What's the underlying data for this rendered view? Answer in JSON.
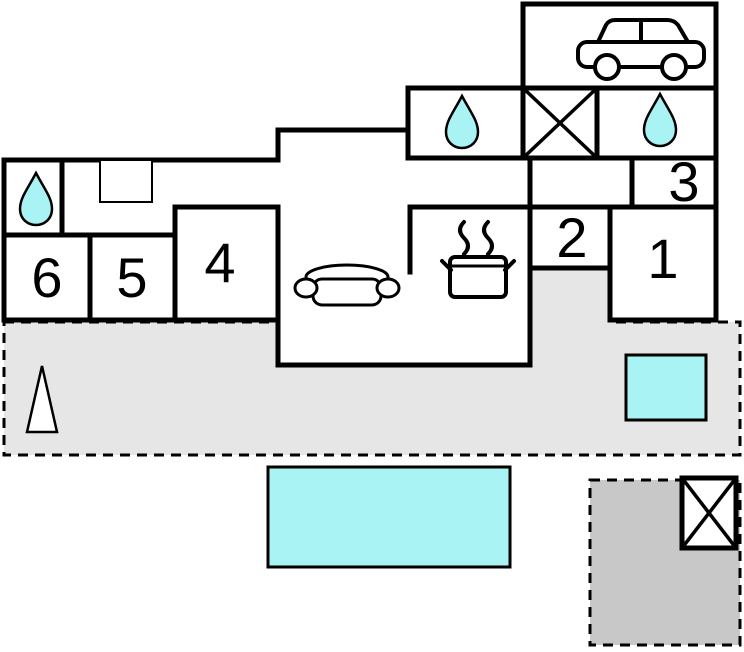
{
  "diagram": {
    "type": "floor-plan",
    "rooms": [
      {
        "label": "1"
      },
      {
        "label": "2"
      },
      {
        "label": "3"
      },
      {
        "label": "4"
      },
      {
        "label": "5"
      },
      {
        "label": "6"
      }
    ],
    "icons": {
      "garage": "car-icon",
      "bathroom": "water-drop-icon",
      "living_room": "sofa-icon",
      "kitchen": "cooking-pot-icon",
      "crossed_area": "crossed-box-icon",
      "terrace_marker": "triangle-icon"
    },
    "colors": {
      "water": "#a9f3f5",
      "terrace": "#e6e6e6",
      "patio": "#c8c8c8",
      "wall": "#000000",
      "floor": "#ffffff"
    }
  }
}
